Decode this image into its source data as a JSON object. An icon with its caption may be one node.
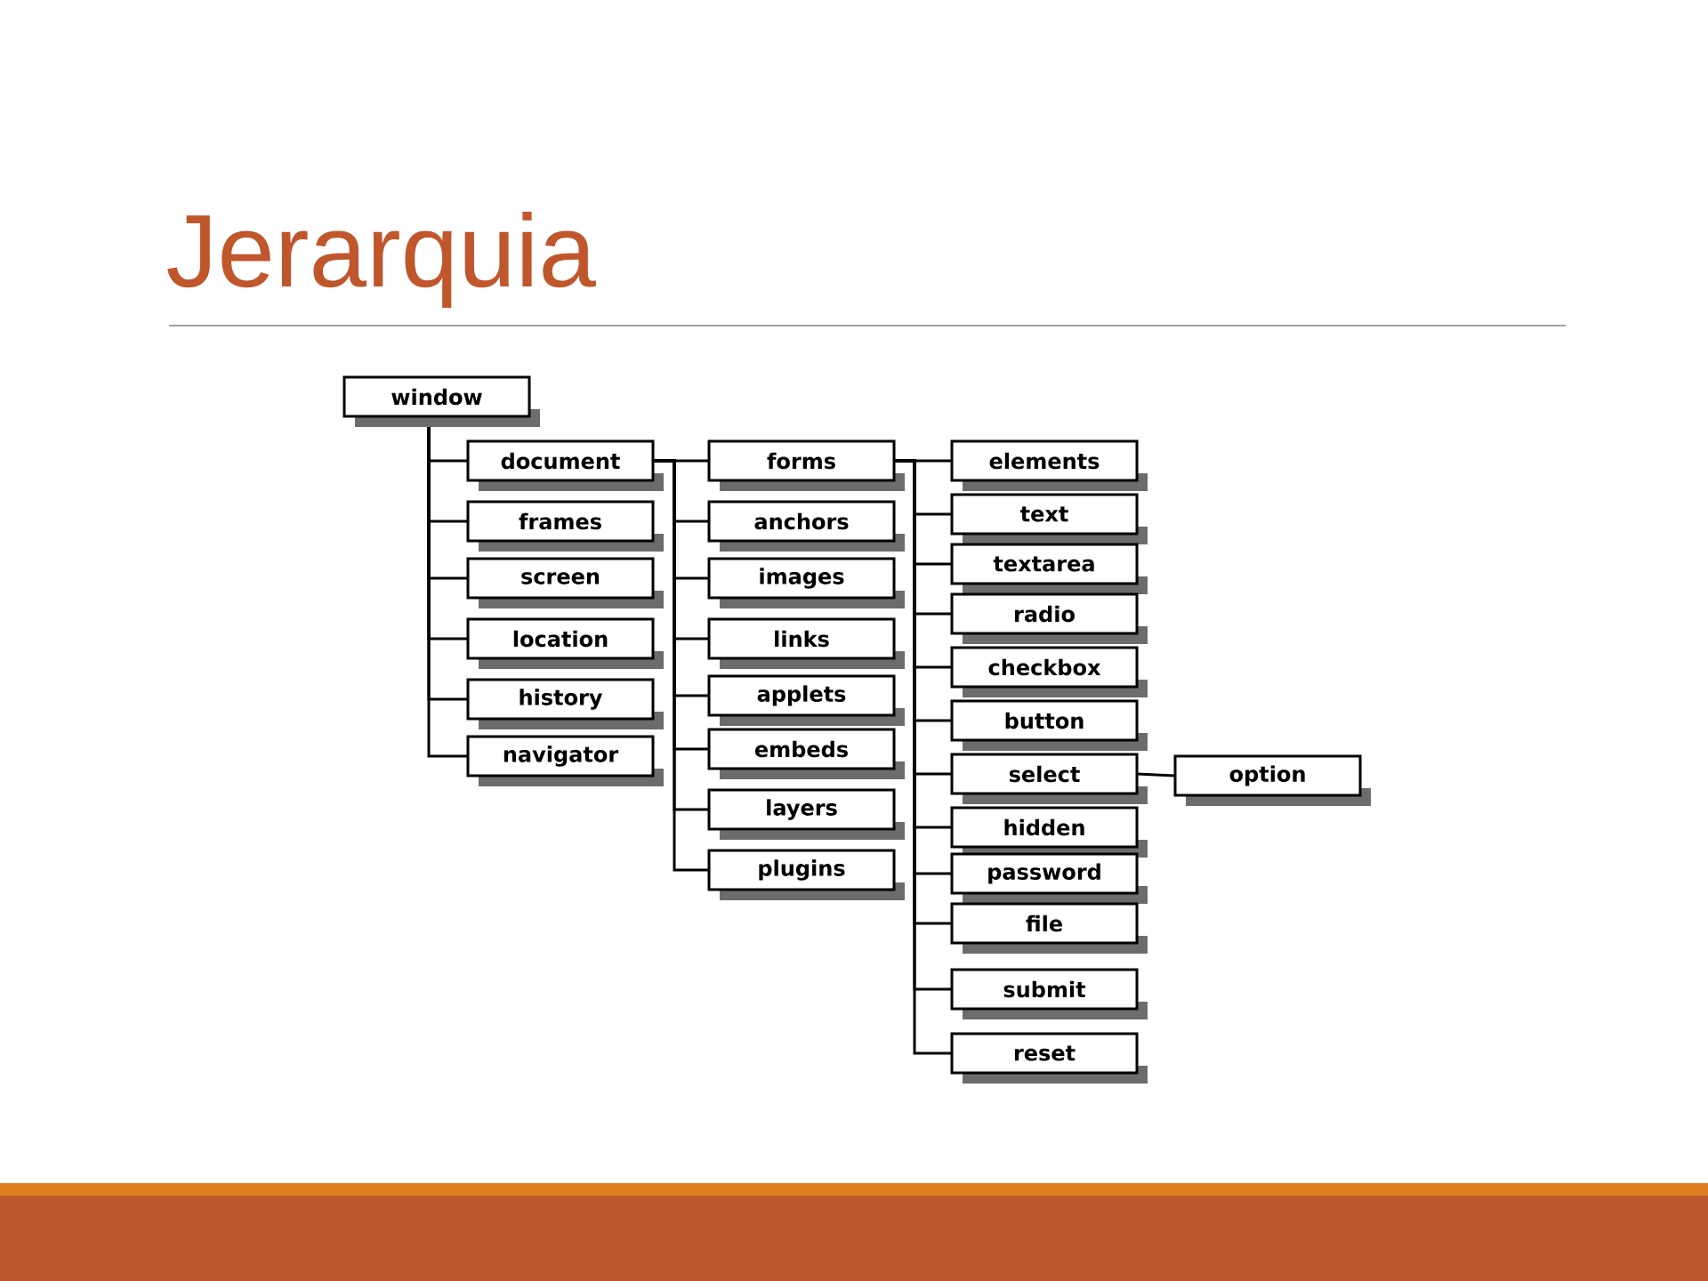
{
  "diagram": {
    "title": "Jerarquia",
    "nodes": [
      {
        "text": [
          "window"
        ]
      },
      {
        "text": [
          "document"
        ]
      },
      {
        "text": [
          "frames"
        ]
      },
      {
        "text": [
          "screen"
        ]
      },
      {
        "text": [
          "location"
        ]
      },
      {
        "text": [
          "history"
        ]
      },
      {
        "text": [
          "navigator"
        ]
      },
      {
        "text": [
          "forms"
        ]
      },
      {
        "text": [
          "anchors"
        ]
      },
      {
        "text": [
          "images"
        ]
      },
      {
        "text": [
          "links"
        ]
      },
      {
        "text": [
          "applets"
        ]
      },
      {
        "text": [
          "embeds"
        ]
      },
      {
        "text": [
          "layers"
        ]
      },
      {
        "text": [
          "plugins"
        ]
      },
      {
        "text": [
          "elements"
        ]
      },
      {
        "text": [
          "text"
        ]
      },
      {
        "text": [
          "textarea"
        ]
      },
      {
        "text": [
          "radio"
        ]
      },
      {
        "text": [
          "checkbox"
        ]
      },
      {
        "text": [
          "button"
        ]
      },
      {
        "text": [
          "select"
        ]
      },
      {
        "text": [
          "hidden"
        ]
      },
      {
        "text": [
          "password"
        ]
      },
      {
        "text": [
          "file"
        ]
      },
      {
        "text": [
          "submit"
        ]
      },
      {
        "text": [
          "reset"
        ]
      },
      {
        "text": [
          "option"
        ]
      }
    ],
    "edges": [
      {
        "from": 0,
        "to": 1,
        "arrow": "none"
      },
      {
        "from": 0,
        "to": 2,
        "arrow": "none"
      },
      {
        "from": 0,
        "to": 3,
        "arrow": "none"
      },
      {
        "from": 0,
        "to": 4,
        "arrow": "none"
      },
      {
        "from": 0,
        "to": 5,
        "arrow": "none"
      },
      {
        "from": 0,
        "to": 6,
        "arrow": "none"
      },
      {
        "from": 1,
        "to": 7,
        "arrow": "none"
      },
      {
        "from": 1,
        "to": 8,
        "arrow": "none"
      },
      {
        "from": 1,
        "to": 9,
        "arrow": "none"
      },
      {
        "from": 1,
        "to": 10,
        "arrow": "none"
      },
      {
        "from": 1,
        "to": 11,
        "arrow": "none"
      },
      {
        "from": 1,
        "to": 12,
        "arrow": "none"
      },
      {
        "from": 1,
        "to": 13,
        "arrow": "none"
      },
      {
        "from": 1,
        "to": 14,
        "arrow": "none"
      },
      {
        "from": 7,
        "to": 15,
        "arrow": "none"
      },
      {
        "from": 7,
        "to": 16,
        "arrow": "none"
      },
      {
        "from": 7,
        "to": 17,
        "arrow": "none"
      },
      {
        "from": 7,
        "to": 18,
        "arrow": "none"
      },
      {
        "from": 7,
        "to": 19,
        "arrow": "none"
      },
      {
        "from": 7,
        "to": 20,
        "arrow": "none"
      },
      {
        "from": 7,
        "to": 21,
        "arrow": "none"
      },
      {
        "from": 7,
        "to": 22,
        "arrow": "none"
      },
      {
        "from": 7,
        "to": 23,
        "arrow": "none"
      },
      {
        "from": 7,
        "to": 24,
        "arrow": "none"
      },
      {
        "from": 7,
        "to": 25,
        "arrow": "none"
      },
      {
        "from": 7,
        "to": 26,
        "arrow": "none"
      },
      {
        "from": 21,
        "to": 27,
        "arrow": "none"
      }
    ]
  }
}
